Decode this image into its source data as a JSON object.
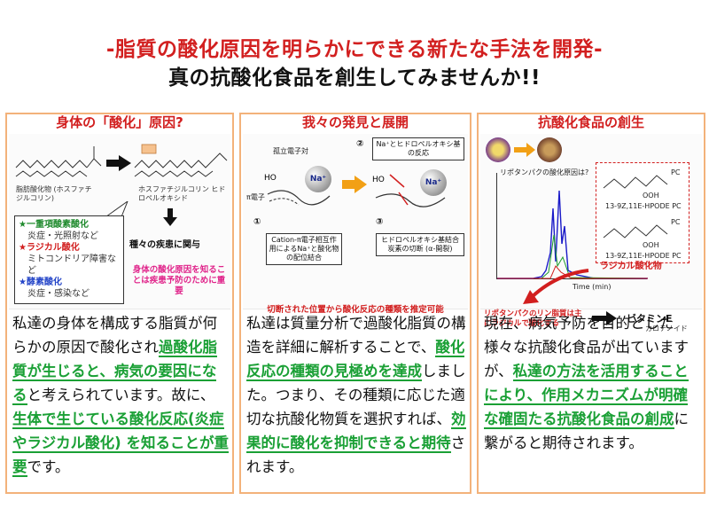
{
  "headline": {
    "line1": "-脂質の酸化原因を明らかにできる新たな手法を開発-",
    "line2": "真の抗酸化食品を創生してみませんか!!"
  },
  "panels": [
    {
      "title": "身体の「酸化」原因?",
      "figure": {
        "left_label": "脂肪酸化物 (ホスファチジルコリン)",
        "right_label": "ホスファチジルコリン ヒドロペルオキシド",
        "disease": "種々の疾患に関与",
        "list": [
          {
            "head": "★一重項酸素酸化",
            "sub": "炎症・光照射など"
          },
          {
            "head": "★ラジカル酸化",
            "sub": "ミトコンドリア障害など"
          },
          {
            "head": "★酵素酸化",
            "sub": "炎症・感染など"
          }
        ],
        "pink_note": "身体の酸化原因を知ることは疾患予防のために重要"
      },
      "text": {
        "a": "私達の身体を構成する脂質が何らかの原因で酸化され",
        "b": "過酸化脂質が生じると、病気の要因になる",
        "c": "と考えられています。故に、",
        "d": "生体で生じている酸化反応(炎症やラジカル酸化) を知ることが重要",
        "e": "です。"
      }
    },
    {
      "title": "我々の発見と展開",
      "figure": {
        "lone_pair": "孤立電子対",
        "pi_electron": "π電子",
        "na": "Na⁺",
        "num1": "①",
        "num2": "②",
        "num3": "③",
        "box1": "Cation-π電子相互作用によるNa⁺と酸化物の配位結合",
        "box2": "Na⁺とヒドロペルオキシ基の反応",
        "box3": "ヒドロペルオキシ基結合炭素の切断 (α-開裂)",
        "note": "切断された位置から酸化反応の種類を推定可能"
      },
      "text": {
        "a": "私達は質量分析で過酸化脂質の構造を詳細に解析することで、",
        "b": "酸化反応の種類の見極めを達成",
        "c": "しました。つまり、その種類に応じた適切な抗酸化物質を選択すれば、",
        "d": "効果的に酸化を抑制できると期待",
        "e": "されます。"
      }
    },
    {
      "title": "抗酸化食品の創生",
      "figure": {
        "plot_title": "リポタンパクの酸化原因は?",
        "struct1": "13-9Z,11E-HPODE PC",
        "struct2": "13-9Z,11E-HPODE PC",
        "pc": "PC",
        "ooh": "OOH",
        "radical": "ラジカル酸化物",
        "time_label": "Time (min)",
        "bottom_note": "リポタンパクのリン脂質は主にラジカルで酸化する",
        "vitamin": "ビタミンE",
        "carotenoid": "カロテノイド"
      },
      "text": {
        "a": "現在、病気予防を目的とした様々な抗酸化食品が出ていますが、",
        "b": "私達の方法を活用することにより、作用メカニズムが明確な確固たる抗酸化食品の創成",
        "c": "に繋がると期待されます。"
      }
    }
  ],
  "colors": {
    "title_red": "#d21f1f",
    "highlight_green": "#1aa035",
    "panel_border": "#f3b27a"
  }
}
